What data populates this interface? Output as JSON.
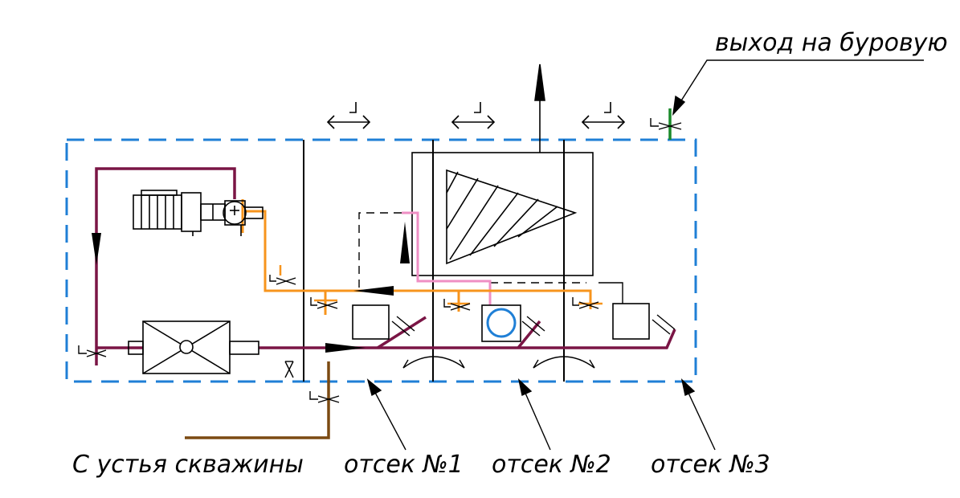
{
  "labels": {
    "outlet": "выход на буровую",
    "wellhead": "С устья скважины",
    "compartment_1": "отсек №1",
    "compartment_2": "отсек №2",
    "compartment_3": "отсек №3"
  },
  "colors": {
    "boundary": "#1f7fd6",
    "circulation": "#7a1545",
    "feed": "#f7941d",
    "wellhead_line": "#7b4a12",
    "bypass": "#ef8fc4",
    "outlet_valve": "#1a8a2a",
    "outline": "#000000"
  }
}
